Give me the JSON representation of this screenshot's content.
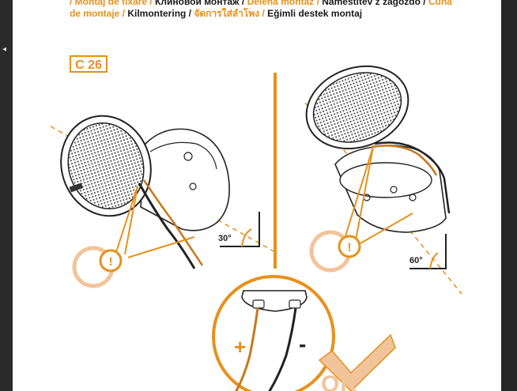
{
  "header": {
    "line1_a": "/ Montaj de fixare /",
    "line1_b": " Клиновой монтаж /",
    "line1_c": " Delená montáž /",
    "line1_d": " Namestitev z zagozdo /",
    "line1_e": " Cuña",
    "line2_a": "de montaje /",
    "line2_b": " Kilmontering /",
    "line2_c": " จัดการใส่ลำโพง /",
    "line2_d": " Eğimli destek montaj"
  },
  "figure_label": "C 26",
  "angles": {
    "left": "30°",
    "right": "60°"
  },
  "polarity": {
    "plus": "+",
    "minus": "-"
  },
  "stamp": "OK",
  "colors": {
    "accent": "#e8901c",
    "line": "#222222",
    "frame": "#262626"
  }
}
